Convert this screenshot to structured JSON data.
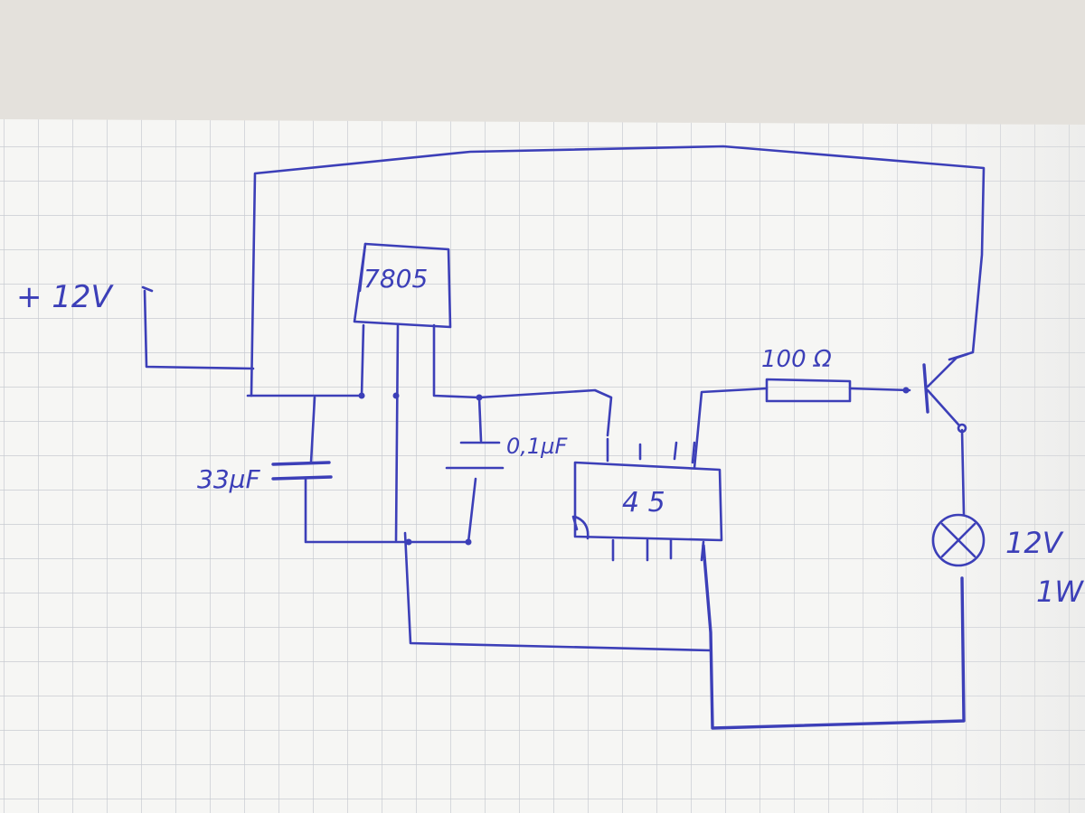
{
  "diagram": {
    "type": "hand-drawn circuit schematic on grid paper",
    "colors": {
      "ink": "#3c3fb8",
      "paper": "#f6f6f4",
      "grid": "#c8cbd2",
      "table": "#e4e1dc"
    },
    "labels": {
      "supply": "+ 12V",
      "regulator": "7805",
      "cap_large": "33µF",
      "cap_small": "0,1µF",
      "ic": "4 5",
      "resistor": "100 Ω",
      "lamp_voltage": "12V",
      "lamp_power": "1W"
    }
  }
}
